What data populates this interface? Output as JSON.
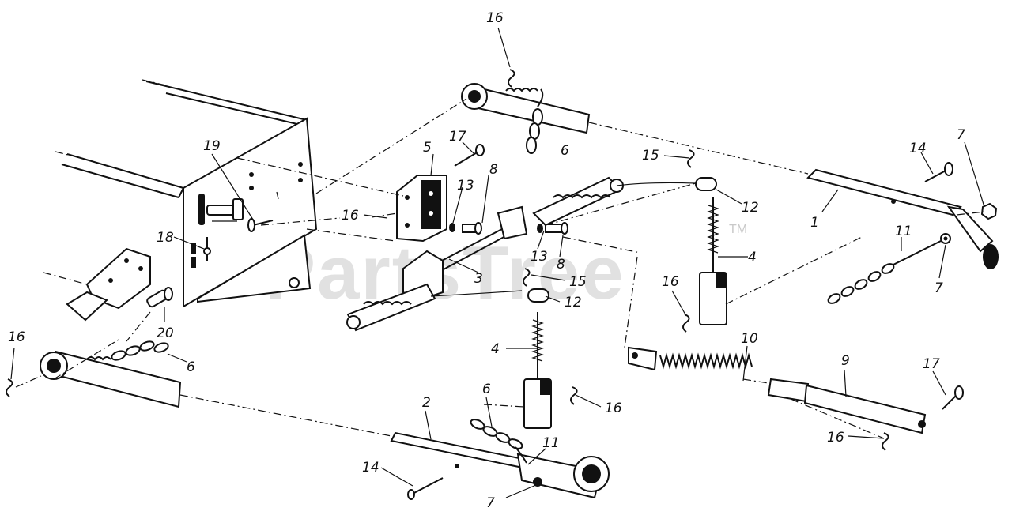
{
  "watermark": {
    "text": "PartsTree",
    "trademark": "TM"
  },
  "labels": [
    {
      "id": "l16a",
      "text": "16"
    },
    {
      "id": "l17a",
      "text": "17"
    },
    {
      "id": "l5",
      "text": "5"
    },
    {
      "id": "l6a",
      "text": "6"
    },
    {
      "id": "l8a",
      "text": "8"
    },
    {
      "id": "l13a",
      "text": "13"
    },
    {
      "id": "l15a",
      "text": "15"
    },
    {
      "id": "l12a",
      "text": "12"
    },
    {
      "id": "l14a",
      "text": "14"
    },
    {
      "id": "l7a",
      "text": "7"
    },
    {
      "id": "l1",
      "text": "1"
    },
    {
      "id": "l11a",
      "text": "11"
    },
    {
      "id": "l7b",
      "text": "7"
    },
    {
      "id": "l19",
      "text": "19"
    },
    {
      "id": "l16b",
      "text": "16"
    },
    {
      "id": "l3",
      "text": "3"
    },
    {
      "id": "l13b",
      "text": "13"
    },
    {
      "id": "l8b",
      "text": "8"
    },
    {
      "id": "l4a",
      "text": "4"
    },
    {
      "id": "l18",
      "text": "18"
    },
    {
      "id": "l15b",
      "text": "15"
    },
    {
      "id": "l12b",
      "text": "12"
    },
    {
      "id": "l16c",
      "text": "16"
    },
    {
      "id": "l20",
      "text": "20"
    },
    {
      "id": "l16d",
      "text": "16"
    },
    {
      "id": "l6b",
      "text": "6"
    },
    {
      "id": "l10",
      "text": "10"
    },
    {
      "id": "l4b",
      "text": "4"
    },
    {
      "id": "l9",
      "text": "9"
    },
    {
      "id": "l17b",
      "text": "17"
    },
    {
      "id": "l16e",
      "text": "16"
    },
    {
      "id": "l2",
      "text": "2"
    },
    {
      "id": "l6c",
      "text": "6"
    },
    {
      "id": "l11b",
      "text": "11"
    },
    {
      "id": "l16f",
      "text": "16"
    },
    {
      "id": "l14b",
      "text": "14"
    },
    {
      "id": "l7c",
      "text": "7"
    }
  ]
}
